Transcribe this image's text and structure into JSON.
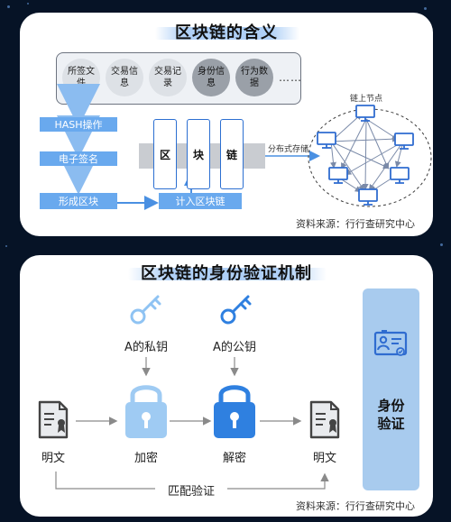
{
  "panel1": {
    "title": "区块链的含义",
    "data_items": [
      {
        "label": "所签文件",
        "style": "light"
      },
      {
        "label": "交易信息",
        "style": "light"
      },
      {
        "label": "交易记录",
        "style": "light"
      },
      {
        "label": "身份信息",
        "style": "dark"
      },
      {
        "label": "行为数据",
        "style": "dark"
      }
    ],
    "ellipsis": "……",
    "flow_steps": [
      "HASH操作",
      "电子签名",
      "形成区块"
    ],
    "record_label": "计入区块链",
    "chain_chars": [
      "区",
      "块",
      "链"
    ],
    "distributed_label": "分布式存储",
    "nodes_label": "链上节点",
    "source": "资料来源：行行查研究中心"
  },
  "panel2": {
    "title": "区块链的身份验证机制",
    "private_key_label": "A的私钥",
    "public_key_label": "A的公钥",
    "plaintext_left": "明文",
    "encrypt_label": "加密",
    "decrypt_label": "解密",
    "plaintext_right": "明文",
    "match_label": "匹配验证",
    "sidebar_label": "身份验证",
    "source": "资料来源：行行查研究中心"
  },
  "colors": {
    "accent": "#4a90e2",
    "flow_box": "#69a9ee",
    "sidebar": "#a8cbee",
    "background": "#061326"
  }
}
